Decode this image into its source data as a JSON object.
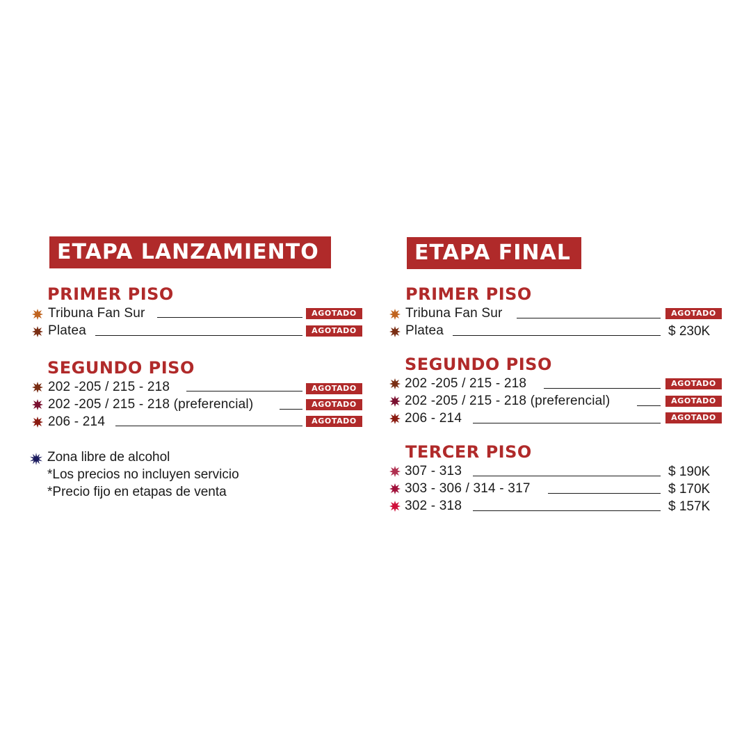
{
  "colors": {
    "accent": "#b02a2a",
    "star_orange": "#c0641f",
    "star_brown": "#7a2e14",
    "star_maroon": "#7a1030",
    "star_darkred": "#8a1a10",
    "star_navy": "#1b1b5e",
    "star_pink": "#b03050",
    "star_magenta": "#a0103a",
    "star_crimson": "#d0103a"
  },
  "launch": {
    "title": "ETAPA LANZAMIENTO",
    "first_floor": {
      "title": "PRIMER PISO",
      "items": [
        {
          "label": "Tribuna Fan Sur",
          "status": "AGOTADO",
          "icon": "star-orange"
        },
        {
          "label": "Platea",
          "status": "AGOTADO",
          "icon": "star-brown"
        }
      ]
    },
    "second_floor": {
      "title": "SEGUNDO PISO",
      "items": [
        {
          "label": "202 -205 / 215 - 218",
          "status": "AGOTADO",
          "icon": "star-brown"
        },
        {
          "label": "202 -205 / 215 - 218 (preferencial)",
          "status": "AGOTADO",
          "icon": "star-maroon"
        },
        {
          "label": "206 - 214",
          "status": "AGOTADO",
          "icon": "star-darkred"
        }
      ]
    },
    "notes": {
      "alcohol": "Zona libre de alcohol",
      "service": "*Los precios no incluyen servicio",
      "fixed": "*Precio fijo en etapas de venta"
    }
  },
  "final": {
    "title": "ETAPA FINAL",
    "first_floor": {
      "title": "PRIMER PISO",
      "items": [
        {
          "label": "Tribuna Fan Sur",
          "status": "AGOTADO",
          "icon": "star-orange"
        },
        {
          "label": "Platea",
          "price": "$ 230K",
          "icon": "star-brown"
        }
      ]
    },
    "second_floor": {
      "title": "SEGUNDO PISO",
      "items": [
        {
          "label": "202 -205 / 215 - 218",
          "status": "AGOTADO",
          "icon": "star-brown"
        },
        {
          "label": "202 -205 / 215 - 218 (preferencial)",
          "status": "AGOTADO",
          "icon": "star-maroon"
        },
        {
          "label": "206 - 214",
          "status": "AGOTADO",
          "icon": "star-darkred"
        }
      ]
    },
    "third_floor": {
      "title": "TERCER PISO",
      "items": [
        {
          "label": "307 - 313",
          "price": "$ 190K",
          "icon": "star-pink"
        },
        {
          "label": "303 - 306 / 314 - 317",
          "price": "$ 170K",
          "icon": "star-magenta"
        },
        {
          "label": "302 - 318",
          "price": "$ 157K",
          "icon": "star-crimson"
        }
      ]
    }
  }
}
